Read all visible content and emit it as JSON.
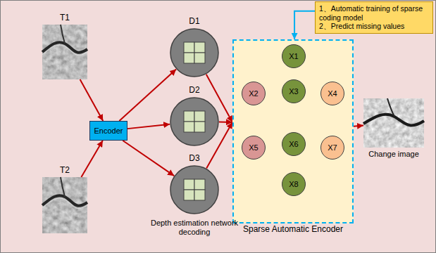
{
  "diagram": {
    "nodes": [
      {
        "text": [
          "T1"
        ]
      },
      {
        "text": [
          "T2"
        ]
      },
      {
        "text": [
          "Encoder"
        ]
      },
      {
        "text": [
          "D1"
        ]
      },
      {
        "text": [
          "D2"
        ]
      },
      {
        "text": [
          "D3"
        ]
      },
      {
        "text": [
          "1、Automatic training of sparse coding model",
          "2、Predict missing values"
        ]
      },
      {
        "text": [
          "Sparse Automatic Encoder"
        ]
      },
      {
        "text": [
          "X1"
        ],
        "in": 7
      },
      {
        "text": [
          "X2"
        ],
        "in": 7
      },
      {
        "text": [
          "X3"
        ],
        "in": 7
      },
      {
        "text": [
          "X4"
        ],
        "in": 7
      },
      {
        "text": [
          "X5"
        ],
        "in": 7
      },
      {
        "text": [
          "X6"
        ],
        "in": 7
      },
      {
        "text": [
          "X7"
        ],
        "in": 7
      },
      {
        "text": [
          "X8"
        ],
        "in": 7
      },
      {
        "text": [
          "Change image"
        ]
      }
    ],
    "edges": [
      {
        "from": 0,
        "to": 2,
        "arrow": "to"
      },
      {
        "from": 1,
        "to": 2,
        "arrow": "to"
      },
      {
        "from": 2,
        "to": 3,
        "arrow": "to"
      },
      {
        "from": 2,
        "to": 4,
        "arrow": "to"
      },
      {
        "from": 2,
        "to": 5,
        "arrow": "to"
      },
      {
        "from": 3,
        "to": 7,
        "arrow": "to"
      },
      {
        "from": 4,
        "to": 7,
        "arrow": "to"
      },
      {
        "from": 5,
        "to": 7,
        "arrow": "to"
      },
      {
        "from": 6,
        "to": 7,
        "arrow": "to"
      },
      {
        "from": 7,
        "to": 16,
        "arrow": "to"
      },
      {
        "from": 8,
        "to": 9,
        "arrow": "none"
      },
      {
        "from": 8,
        "to": 10,
        "arrow": "none"
      },
      {
        "from": 8,
        "to": 11,
        "arrow": "none"
      },
      {
        "from": 9,
        "to": 10,
        "arrow": "none"
      },
      {
        "from": 10,
        "to": 11,
        "arrow": "none"
      },
      {
        "from": 9,
        "to": 12,
        "arrow": "none"
      },
      {
        "from": 9,
        "to": 13,
        "arrow": "none"
      },
      {
        "from": 10,
        "to": 12,
        "arrow": "none"
      },
      {
        "from": 10,
        "to": 13,
        "arrow": "none"
      },
      {
        "from": 10,
        "to": 14,
        "arrow": "none"
      },
      {
        "from": 11,
        "to": 13,
        "arrow": "none"
      },
      {
        "from": 11,
        "to": 14,
        "arrow": "none"
      },
      {
        "from": 12,
        "to": 13,
        "arrow": "none"
      },
      {
        "from": 13,
        "to": 14,
        "arrow": "none"
      },
      {
        "from": 12,
        "to": 15,
        "arrow": "none"
      },
      {
        "from": 13,
        "to": 15,
        "arrow": "none"
      },
      {
        "from": 14,
        "to": 15,
        "arrow": "none"
      }
    ],
    "labels": [
      "Depth estimation network decoding"
    ]
  }
}
